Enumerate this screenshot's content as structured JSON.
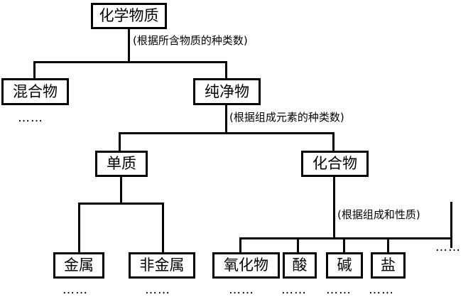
{
  "diagram": {
    "title_node": "化学物质",
    "type": "classification-tree",
    "language": "zh-CN",
    "levels": 4,
    "nodes": {
      "root": "化学物质",
      "mixture": "混合物",
      "pure": "纯净物",
      "element": "单质",
      "compound": "化合物",
      "metal": "金属",
      "nonmetal": "非金属",
      "oxide": "氧化物",
      "acid": "酸",
      "base": "碱",
      "salt": "盐"
    },
    "annotations": {
      "by_substance_kinds": "(根据所含物质的种类数)",
      "by_element_kinds": "(根据组成元素的种类数)",
      "by_composition_property": "(根据组成和性质)"
    },
    "ellipsis": {
      "mixture": "……",
      "metal": "……",
      "nonmetal": "……",
      "oxide": "……",
      "acid": "……",
      "base": "……",
      "salt": "……",
      "compound_more": "……"
    },
    "colors": {
      "line": "#000000",
      "box_border": "#000000",
      "background": "#ffffff",
      "text": "#000000"
    }
  }
}
